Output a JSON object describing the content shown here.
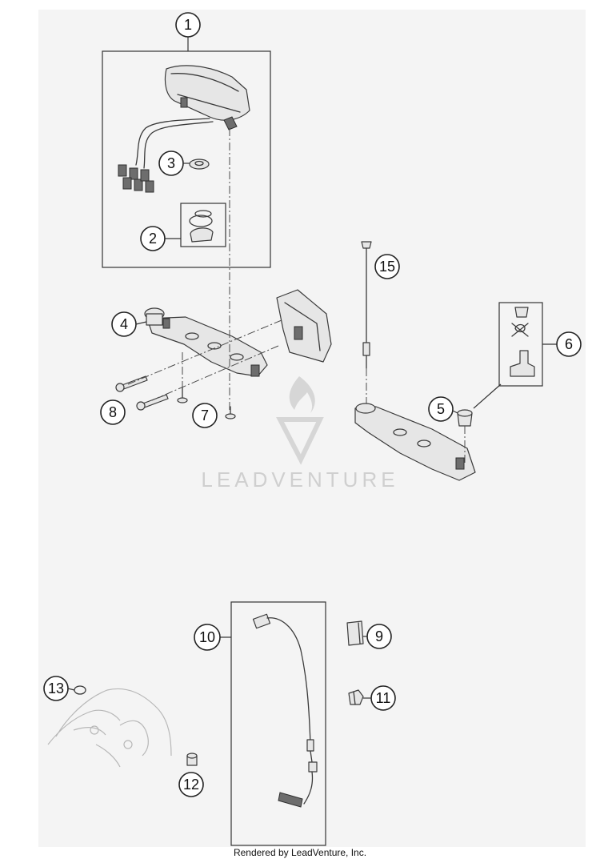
{
  "callouts": {
    "c1": "1",
    "c2": "2",
    "c3": "3",
    "c4": "4",
    "c5": "5",
    "c6": "6",
    "c7": "7",
    "c8": "8",
    "c9": "9",
    "c10": "10",
    "c11": "11",
    "c12": "12",
    "c13": "13",
    "c15": "15"
  },
  "watermark": {
    "text": "LEADVENTURE"
  },
  "footer": {
    "text": "Rendered by LeadVenture, Inc."
  },
  "colors": {
    "background": "#f4f4f4",
    "ink": "#333333",
    "watermark": "#cfcfcf"
  }
}
